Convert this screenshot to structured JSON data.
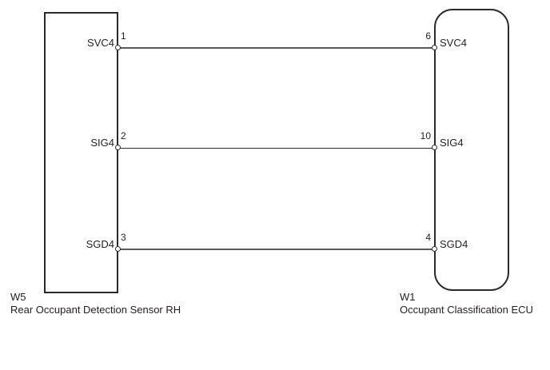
{
  "colors": {
    "background": "#ffffff",
    "connector_outline": "#2b2b2b",
    "wire_gray": "#595959",
    "wire_dark": "#2b2b2b",
    "text": "#231f20"
  },
  "left_connector": {
    "code": "W5",
    "name": "Rear Occupant Detection Sensor RH",
    "shape": "rectangle",
    "pins": [
      {
        "number": "1",
        "label": "SVC4"
      },
      {
        "number": "2",
        "label": "SIG4"
      },
      {
        "number": "3",
        "label": "SGD4"
      }
    ]
  },
  "right_connector": {
    "code": "W1",
    "name": "Occupant Classification ECU",
    "shape": "rounded-rectangle",
    "pins": [
      {
        "number": "6",
        "label": "SVC4"
      },
      {
        "number": "10",
        "label": "SIG4"
      },
      {
        "number": "4",
        "label": "SGD4"
      }
    ]
  },
  "wires": [
    {
      "signal": "SVC4",
      "from": "W5 pin 1",
      "to": "W1 pin 6"
    },
    {
      "signal": "SIG4",
      "from": "W5 pin 2",
      "to": "W1 pin 10"
    },
    {
      "signal": "SGD4",
      "from": "W5 pin 3",
      "to": "W1 pin 4"
    }
  ]
}
